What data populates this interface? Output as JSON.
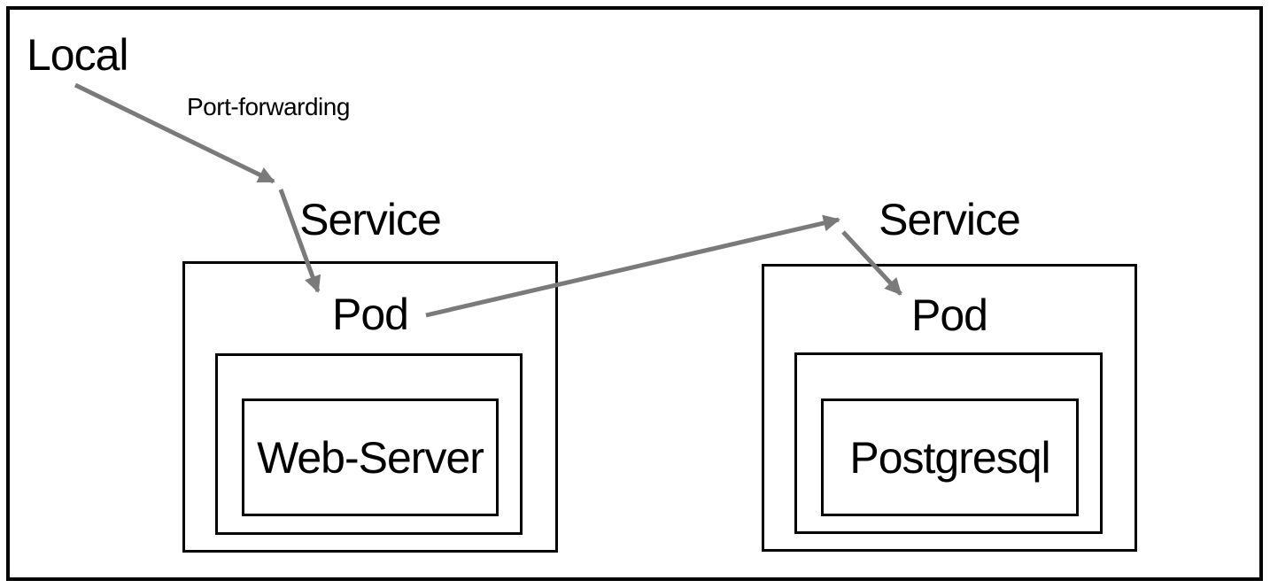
{
  "diagram": {
    "local_label": "Local",
    "port_forwarding_label": "Port-forwarding",
    "left_group": {
      "service_label": "Service",
      "pod_label": "Pod",
      "workload_label": "Web-Server"
    },
    "right_group": {
      "service_label": "Service",
      "pod_label": "Pod",
      "workload_label": "Postgresql"
    },
    "arrows": [
      "local-to-port-forward",
      "port-forward-to-left-pod",
      "left-pod-to-right-service",
      "right-service-to-right-pod"
    ]
  },
  "colors": {
    "arrow": "#7a7a7a",
    "border": "#000000",
    "background": "#ffffff",
    "text": "#000000"
  }
}
